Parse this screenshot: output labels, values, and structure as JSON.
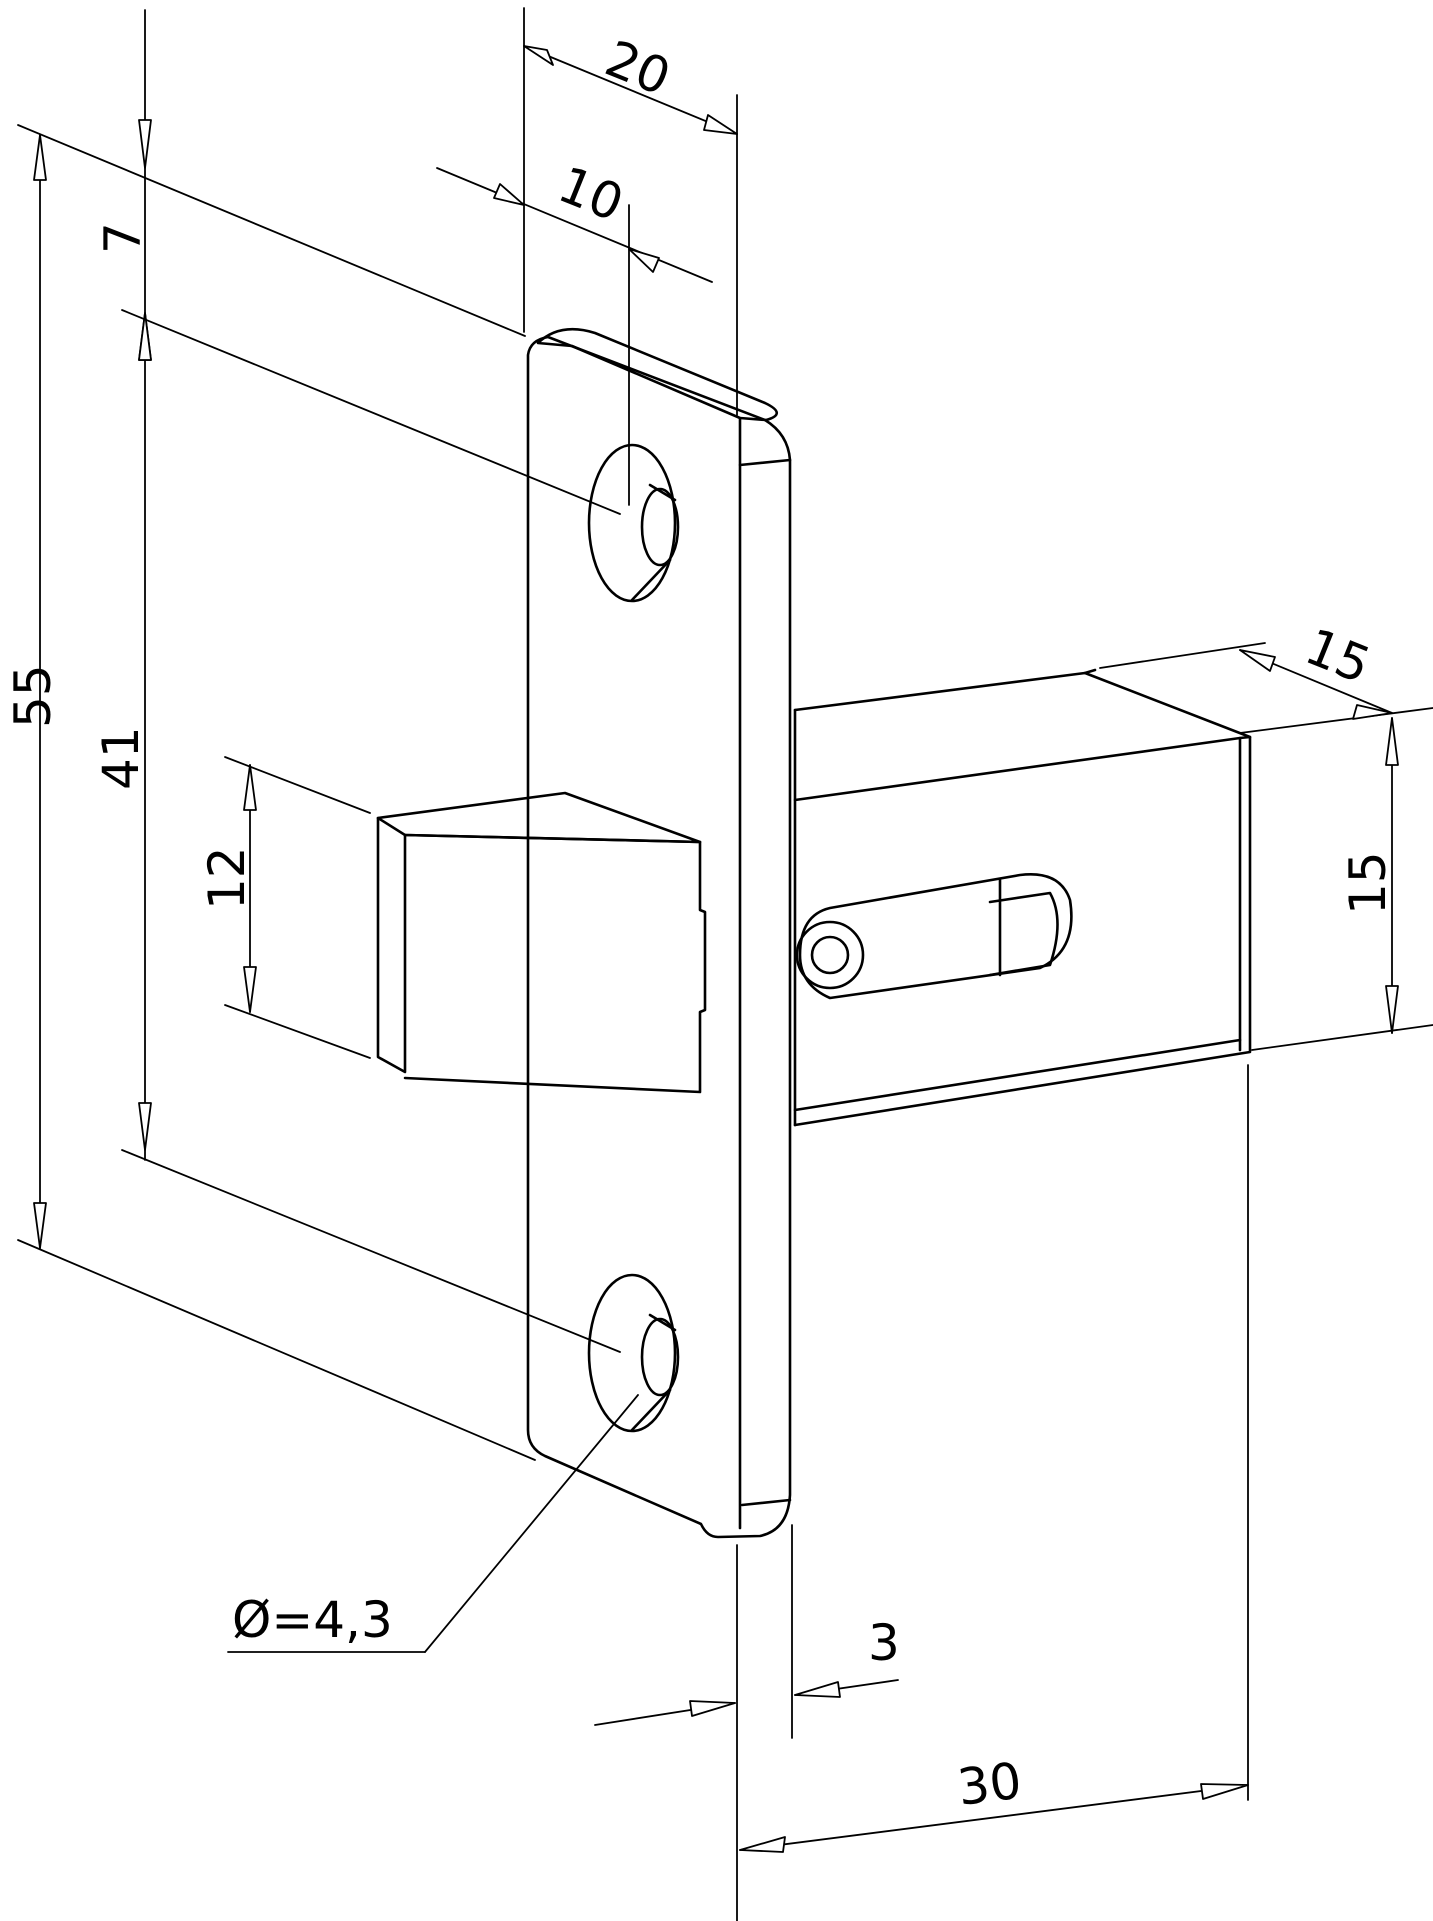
{
  "drawing": {
    "dimensions": {
      "height_total": "55",
      "top_offset": "7",
      "hole_spacing": "41",
      "latch_height": "12",
      "plate_width": "20",
      "hole_offset": "10",
      "body_width": "15",
      "body_height": "15",
      "plate_thickness": "3",
      "backset": "30",
      "hole_diameter": "Ø=4,3"
    }
  }
}
